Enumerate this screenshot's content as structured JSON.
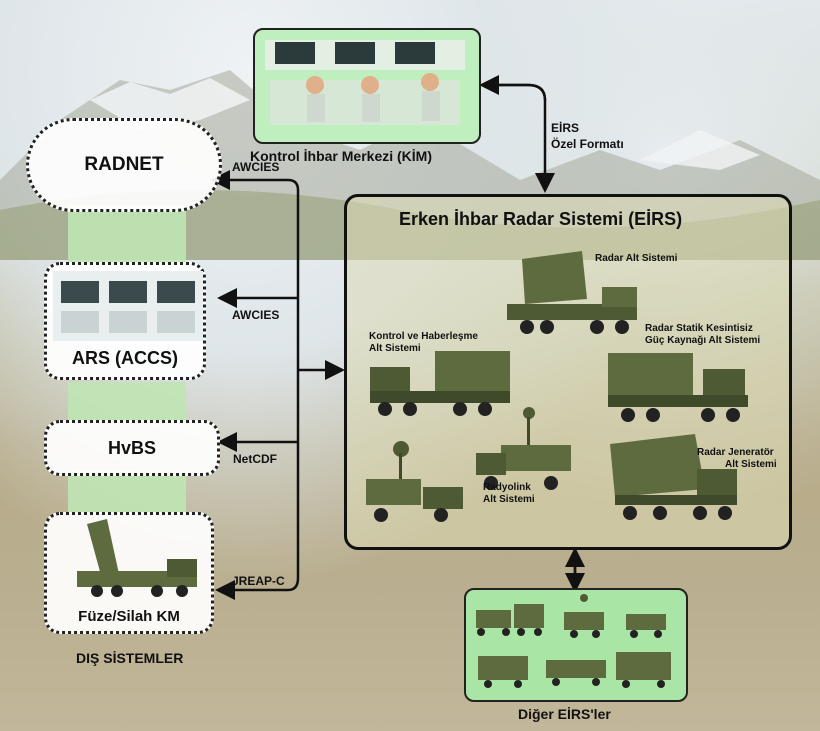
{
  "title": "Erken İhbar Radar Sistemi (EİRS)",
  "control_center": "Kontrol İhbar Merkezi (KİM)",
  "format_label_line1": "EİRS",
  "format_label_line2": "Özel Formatı",
  "external": {
    "radnet": "RADNET",
    "ars": "ARS (ACCS)",
    "hvbs": "HvBS",
    "fuze": "Füze/Silah KM",
    "group_label": "DIŞ SİSTEMLER"
  },
  "links": {
    "awcies_1": "AWCIES",
    "awcies_2": "AWCIES",
    "netcdf": "NetCDF",
    "jreap": "JREAP-C"
  },
  "subsystems": {
    "radar": "Radar Alt Sistemi",
    "kontrol_line1": "Kontrol ve Haberleşme",
    "kontrol_line2": "Alt Sistemi",
    "guc_line1": "Radar Statik Kesintisiz",
    "guc_line2": "Güç Kaynağı Alt Sistemi",
    "jenerator_line1": "Radar Jeneratör",
    "jenerator_line2": "Alt Sistemi",
    "radyolink_line1": "Radyolink",
    "radyolink_line2": "Alt Sistemi"
  },
  "other_eirs": "Diğer EİRS'ler",
  "colors": {
    "truck": "#5e6b3f",
    "truck_dark": "#3f4a2a",
    "strip": "#bfe6b4",
    "green_box": "#a9e6a5"
  }
}
